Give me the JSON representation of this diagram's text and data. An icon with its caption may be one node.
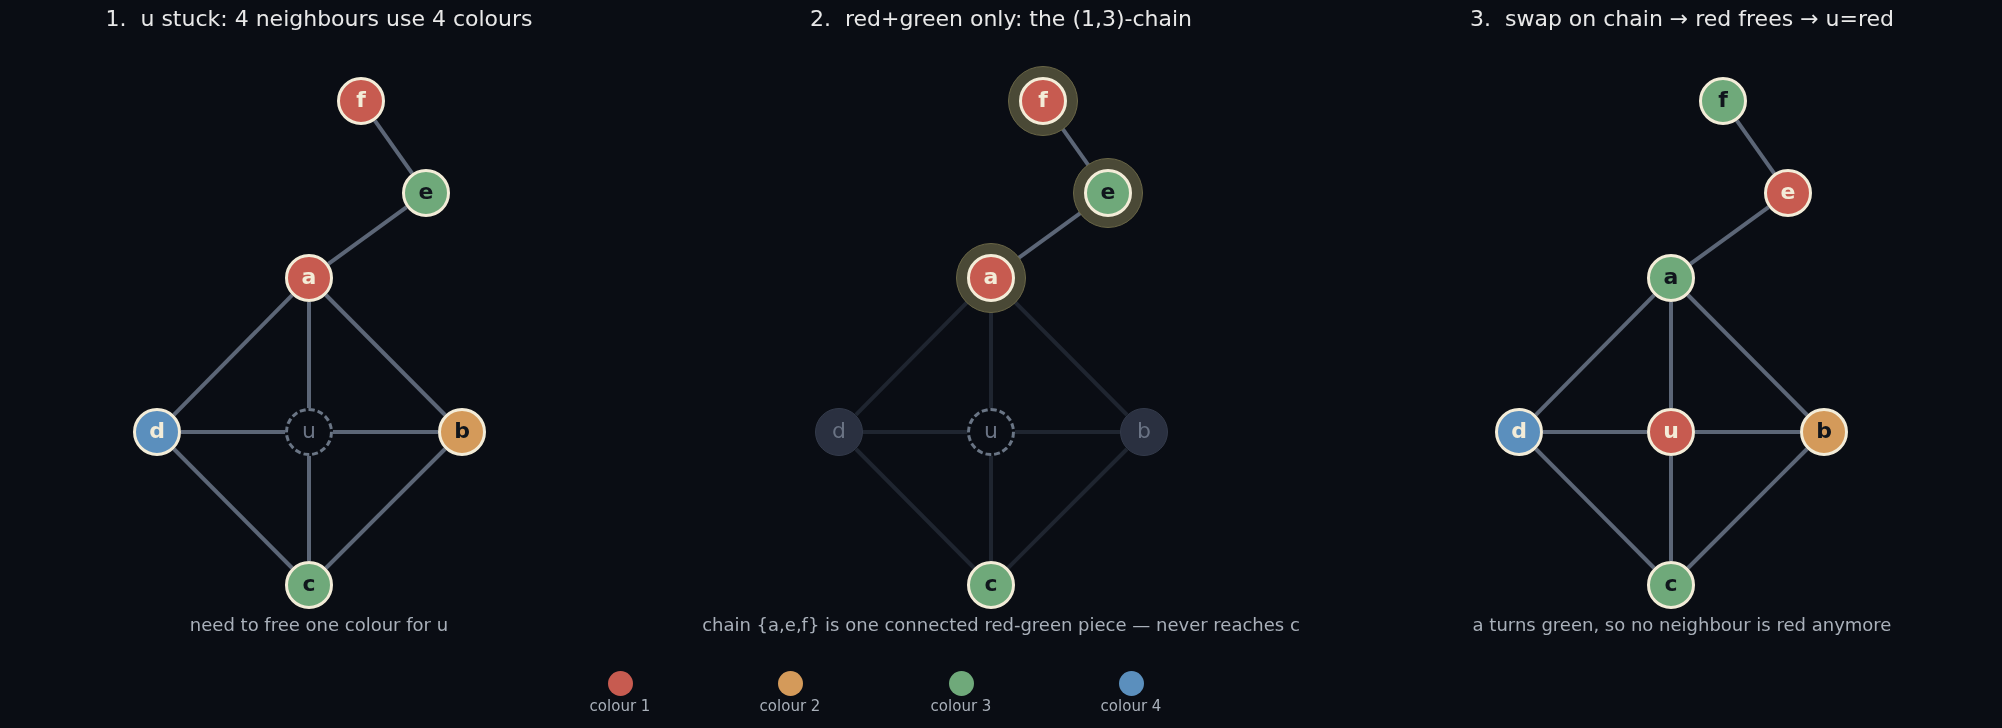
{
  "diagram": {
    "nodes": [
      {
        "text": [
          "f"
        ]
      },
      {
        "text": [
          "e"
        ]
      },
      {
        "text": [
          "a"
        ]
      },
      {
        "text": [
          "d"
        ]
      },
      {
        "text": [
          "u"
        ]
      },
      {
        "text": [
          "b"
        ]
      },
      {
        "text": [
          "c"
        ]
      },
      {
        "text": [
          "f"
        ]
      },
      {
        "text": [
          "e"
        ]
      },
      {
        "text": [
          "a"
        ]
      },
      {
        "text": [
          "d"
        ]
      },
      {
        "text": [
          "u"
        ]
      },
      {
        "text": [
          "b"
        ]
      },
      {
        "text": [
          "c"
        ]
      },
      {
        "text": [
          "f"
        ]
      },
      {
        "text": [
          "e"
        ]
      },
      {
        "text": [
          "a"
        ]
      },
      {
        "text": [
          "d"
        ]
      },
      {
        "text": [
          "u"
        ]
      },
      {
        "text": [
          "b"
        ]
      },
      {
        "text": [
          "c"
        ]
      }
    ],
    "edges": [
      {
        "from": 0,
        "to": 1,
        "arrow": "none"
      },
      {
        "from": 1,
        "to": 2,
        "arrow": "none"
      },
      {
        "from": 2,
        "to": 3,
        "arrow": "none"
      },
      {
        "from": 2,
        "to": 4,
        "arrow": "none"
      },
      {
        "from": 2,
        "to": 5,
        "arrow": "none"
      },
      {
        "from": 3,
        "to": 4,
        "arrow": "none"
      },
      {
        "from": 4,
        "to": 5,
        "arrow": "none"
      },
      {
        "from": 3,
        "to": 6,
        "arrow": "none"
      },
      {
        "from": 4,
        "to": 6,
        "arrow": "none"
      },
      {
        "from": 5,
        "to": 6,
        "arrow": "none"
      },
      {
        "from": 7,
        "to": 8,
        "arrow": "none"
      },
      {
        "from": 8,
        "to": 9,
        "arrow": "none"
      },
      {
        "from": 9,
        "to": 10,
        "arrow": "none",
        "color": "#1f2530"
      },
      {
        "from": 9,
        "to": 11,
        "arrow": "none",
        "color": "#1f2530"
      },
      {
        "from": 9,
        "to": 12,
        "arrow": "none",
        "color": "#1f2530"
      },
      {
        "from": 10,
        "to": 11,
        "arrow": "none",
        "color": "#1f2530"
      },
      {
        "from": 11,
        "to": 12,
        "arrow": "none",
        "color": "#1f2530"
      },
      {
        "from": 10,
        "to": 13,
        "arrow": "none",
        "color": "#1f2530"
      },
      {
        "from": 11,
        "to": 13,
        "arrow": "none",
        "color": "#1f2530"
      },
      {
        "from": 12,
        "to": 13,
        "arrow": "none",
        "color": "#1f2530"
      },
      {
        "from": 14,
        "to": 15,
        "arrow": "none"
      },
      {
        "from": 15,
        "to": 16,
        "arrow": "none"
      },
      {
        "from": 16,
        "to": 17,
        "arrow": "none"
      },
      {
        "from": 16,
        "to": 18,
        "arrow": "none"
      },
      {
        "from": 16,
        "to": 19,
        "arrow": "none"
      },
      {
        "from": 17,
        "to": 18,
        "arrow": "none"
      },
      {
        "from": 18,
        "to": 19,
        "arrow": "none"
      },
      {
        "from": 17,
        "to": 20,
        "arrow": "none"
      },
      {
        "from": 18,
        "to": 20,
        "arrow": "none"
      },
      {
        "from": 19,
        "to": 20,
        "arrow": "none"
      }
    ],
    "labels": [
      "1.  u stuck: 4 neighbours use 4 colours",
      "2.  red+green only: the (1,3)-chain",
      "3.  swap on chain → red frees → u=red",
      "need to free one colour for u",
      "chain {a,e,f} is one connected red-green piece — never reaches c",
      "a turns green, so no neighbour is red anymore"
    ],
    "legend": [
      {
        "text": "colour 1",
        "color": "#c75b50"
      },
      {
        "text": "colour 2",
        "color": "#d49a5a"
      },
      {
        "text": "colour 3",
        "color": "#6fa97a"
      },
      {
        "text": "colour 4",
        "color": "#5b8fbd"
      }
    ]
  }
}
